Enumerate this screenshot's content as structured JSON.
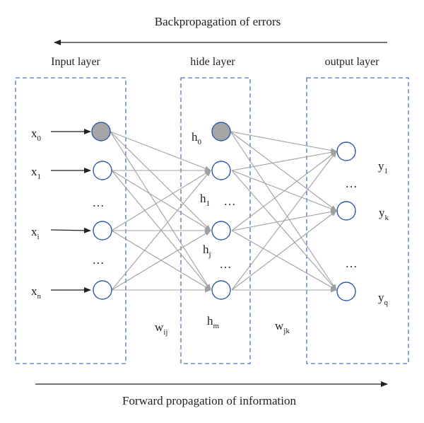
{
  "top_caption": "Backpropagation of errors",
  "bottom_caption": "Forward propagation of information",
  "layers": {
    "input": {
      "title": "Input layer"
    },
    "hidden": {
      "title": "hide layer"
    },
    "output": {
      "title": "output layer"
    }
  },
  "labels": {
    "x0": {
      "base": "x",
      "sub": "0"
    },
    "x1": {
      "base": "x",
      "sub": "1"
    },
    "xi": {
      "base": "x",
      "sub": "i"
    },
    "xn": {
      "base": "x",
      "sub": "n"
    },
    "h0": {
      "base": "h",
      "sub": "0"
    },
    "h1": {
      "base": "h",
      "sub": "1"
    },
    "hj": {
      "base": "h",
      "sub": "j"
    },
    "hm": {
      "base": "h",
      "sub": "m"
    },
    "y1": {
      "base": "y",
      "sub": "1"
    },
    "yk": {
      "base": "y",
      "sub": "k"
    },
    "yq": {
      "base": "y",
      "sub": "q"
    },
    "wij": {
      "base": "w",
      "sub": "ij"
    },
    "wjk": {
      "base": "w",
      "sub": "jk"
    }
  },
  "ellipsis": "…",
  "colors": {
    "box_border": "#4a78c0",
    "node_border": "#2e5aa8",
    "bias_node_fill": "#a6a6a6",
    "connection": "#a0a0a0",
    "arrow": "#222222"
  }
}
